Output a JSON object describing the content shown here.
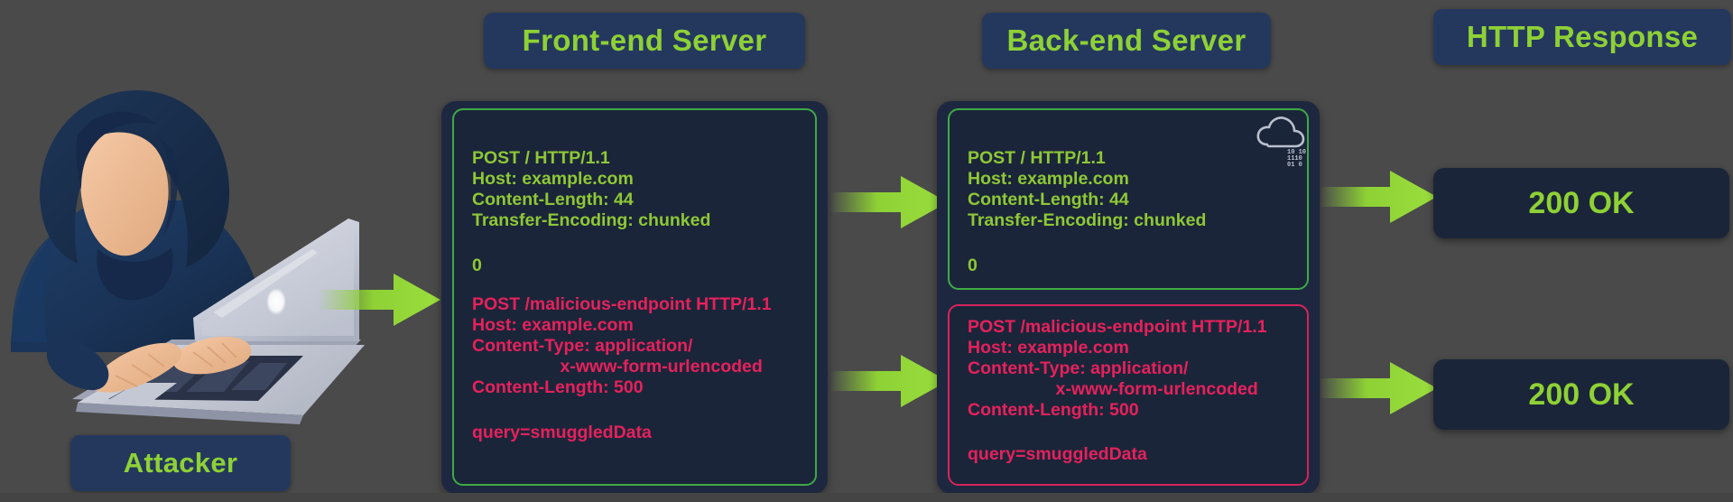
{
  "theme": {
    "background": "#4a4a4a",
    "panel_navy": "#1d2840",
    "inner_navy": "#1b2539",
    "pill_navy": "#24385e",
    "accent_green": "#8ed135",
    "code_green": "#8ec836",
    "code_pink": "#e5215c",
    "border_green": "#3faa46",
    "border_pink": "#d7245c",
    "arrow_green": "#8ed135"
  },
  "labels": {
    "frontend": "Front-end Server",
    "backend": "Back-end Server",
    "response": "HTTP Response",
    "attacker": "Attacker"
  },
  "frontend_request": {
    "headers": "POST / HTTP/1.1\nHost: example.com\nContent-Length: 44\nTransfer-Encoding: chunked",
    "chunk_terminator": "0",
    "smuggled": "POST /malicious-endpoint HTTP/1.1\nHost: example.com\nContent-Type: application/\n                  x-www-form-urlencoded\nContent-Length: 500",
    "body": "query=smuggledData"
  },
  "backend_request": {
    "headers": "POST / HTTP/1.1\nHost: example.com\nContent-Length: 44\nTransfer-Encoding: chunked",
    "chunk_terminator": "0",
    "smuggled": "POST /malicious-endpoint HTTP/1.1\nHost: example.com\nContent-Type: application/\n                  x-www-form-urlencoded\nContent-Length: 500",
    "body": "query=smuggledData"
  },
  "responses": [
    {
      "status": "200 OK"
    },
    {
      "status": "200 OK"
    }
  ],
  "icons": {
    "cloud": "cloud-binary-icon",
    "arrow": "arrow-right-icon"
  }
}
